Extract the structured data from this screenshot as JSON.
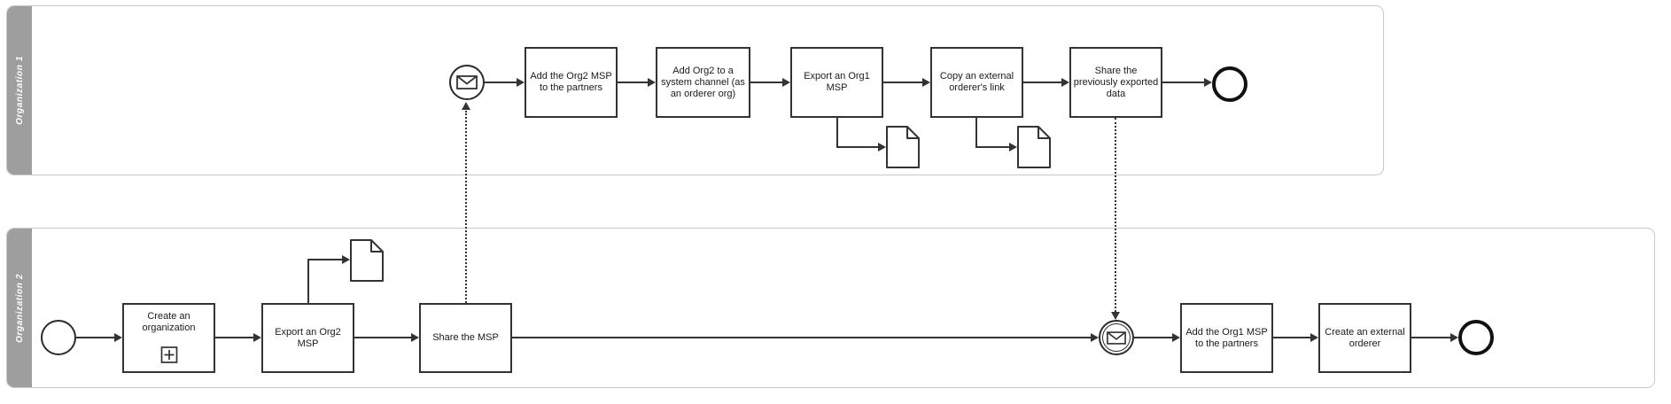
{
  "diagram_type": "bpmn-collaboration",
  "colors": {
    "lane_header": "#9e9e9e",
    "pool_border": "#c9c9c9",
    "shape_stroke": "#333333",
    "text": "#1a1a1a",
    "background": "#ffffff"
  },
  "pools": [
    {
      "label": "Organization 1",
      "start_event": {
        "type": "message-start-event",
        "icon": "message-icon"
      },
      "end_event": {
        "type": "end-event"
      },
      "tasks": [
        {
          "label": "Add the Org2 MSP to the partners"
        },
        {
          "label": "Add Org2 to a system channel (as an orderer org)"
        },
        {
          "label": "Export an Org1 MSP",
          "output": "data-object"
        },
        {
          "label": "Copy an external orderer's link",
          "output": "data-object"
        },
        {
          "label": "Share the previously exported data"
        }
      ]
    },
    {
      "label": "Organization 2",
      "start_event": {
        "type": "start-event"
      },
      "intermediate_event": {
        "type": "message-catch-event",
        "icon": "message-icon"
      },
      "end_event": {
        "type": "end-event"
      },
      "tasks": [
        {
          "label": "Create an organization",
          "marker": "subprocess-plus"
        },
        {
          "label": "Export an Org2 MSP",
          "output": "data-object"
        },
        {
          "label": "Share the MSP"
        },
        {
          "label": "Add the Org1 MSP to the partners"
        },
        {
          "label": "Create an external orderer"
        }
      ]
    }
  ],
  "message_flows": [
    {
      "from": "Share the MSP",
      "to": "Organization 1 message start event",
      "style": "dotted"
    },
    {
      "from": "Share the previously exported data",
      "to": "Organization 2 message catch event",
      "style": "dotted"
    }
  ]
}
